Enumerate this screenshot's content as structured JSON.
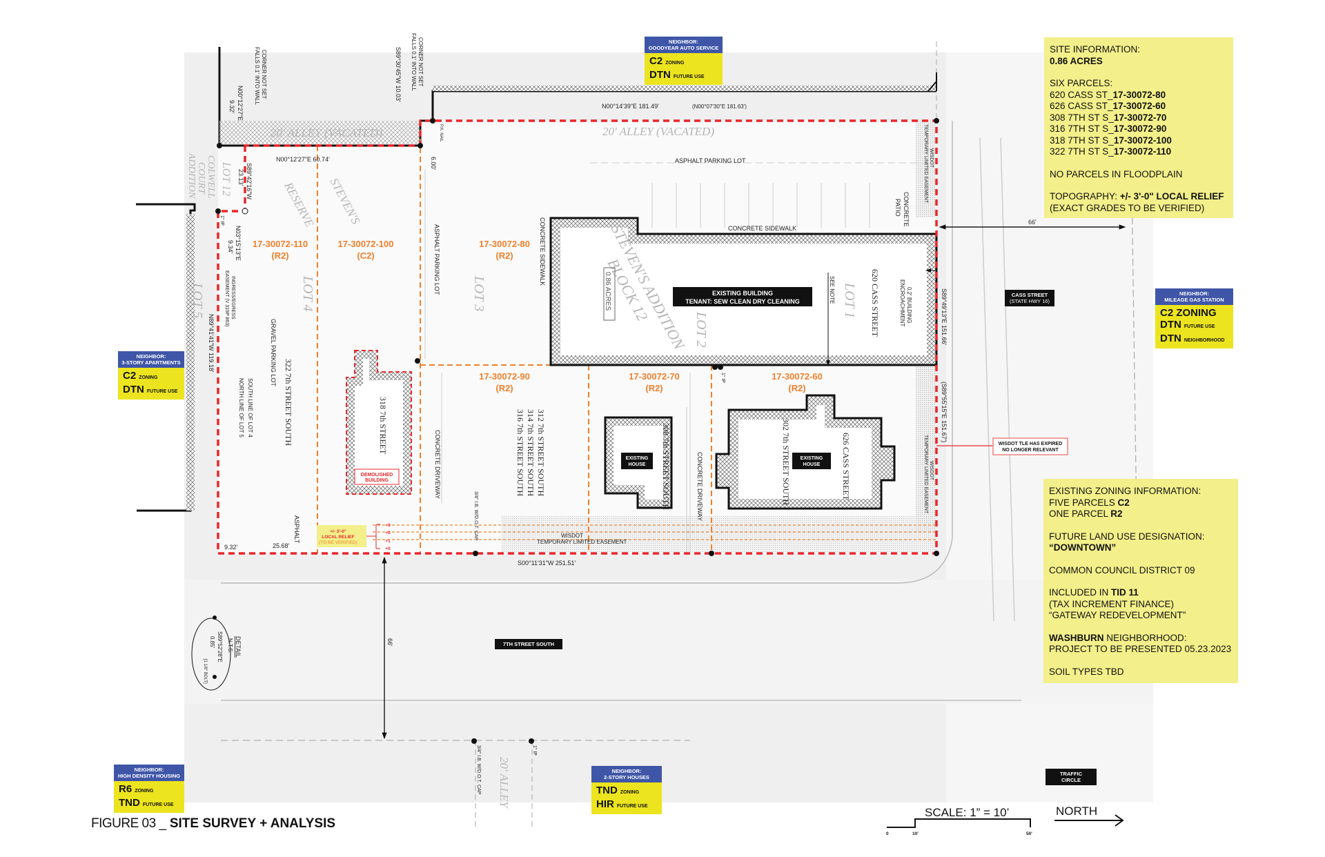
{
  "figure": {
    "number": "FIGURE 03 _",
    "title": "SITE SURVEY + ANALYSIS"
  },
  "site_info": {
    "heading": "SITE INFORMATION:",
    "acres": "0.86 ACRES",
    "parcels_heading": "SIX PARCELS:",
    "parcels": [
      {
        "address": "620 CASS ST_",
        "id": "17-30072-80"
      },
      {
        "address": "626 CASS ST_",
        "id": "17-30072-60"
      },
      {
        "address": "308 7TH ST S_",
        "id": "17-30072-70"
      },
      {
        "address": "316 7TH ST S_",
        "id": "17-30072-90"
      },
      {
        "address": "318 7TH ST S_",
        "id": "17-30072-100"
      },
      {
        "address": "322 7TH ST S_",
        "id": "17-30072-110"
      }
    ],
    "floodplain": "NO PARCELS IN FLOODPLAIN",
    "topo_label": "TOPOGRAPHY: ",
    "topo_value": "+/- 3'-0\" LOCAL RELIEF",
    "topo_note": "(EXACT GRADES TO BE VERIFIED)"
  },
  "zoning_info": {
    "heading": "EXISTING ZONING INFORMATION:",
    "line1": "FIVE PARCELS ",
    "line1_b": "C2",
    "line2": "ONE PARCEL ",
    "line2_b": "R2",
    "flu_heading": "FUTURE LAND USE DESIGNATION:",
    "flu_value": "“DOWNTOWN”",
    "council": "COMMON COUNCIL DISTRICT 09",
    "tid_label": "INCLUDED IN  ",
    "tid_value": "TID 11",
    "tid_note1": "(TAX INCREMENT FINANCE)",
    "tid_note2": "“GATEWAY REDEVELOPMENT”",
    "nbhd_b": "WASHBURN",
    "nbhd": " NEIGHBORHOOD:",
    "presented": "PROJECT TO BE PRESENTED 05.23.2023",
    "soil": "SOIL TYPES TBD"
  },
  "neighbors": {
    "goodyear": {
      "head1": "NEIGHBOR:",
      "head2": "GOODYEAR AUTO SERVICE",
      "r1": "C2",
      "r1s": "ZONING",
      "r2": "DTN",
      "r2s": "FUTURE USE"
    },
    "apartments": {
      "head1": "NEIGHBOR:",
      "head2": "3-STORY APARTMENTS",
      "r1": "C2",
      "r1s": "ZONING",
      "r2": "DTN",
      "r2s": "FUTURE USE"
    },
    "gas": {
      "head1": "NEIGHBOR:",
      "head2": "MILEAGE GAS STATION",
      "r1": "C2 ZONING",
      "r2": "DTN",
      "r2s": "FUTURE USE",
      "r3": "DTN",
      "r3s": "NEIGHBORHOOD"
    },
    "highdensity": {
      "head1": "NEIGHBOR:",
      "head2": "HIGH DENSITY HOUSING",
      "r1": "R6",
      "r1s": "ZONING",
      "r2": "TND",
      "r2s": "FUTURE USE"
    },
    "houses": {
      "head1": "NEIGHBOR:",
      "head2": "2-STORY HOUSES",
      "r1": "TND",
      "r1s": "ZONING",
      "r2": "HIR",
      "r2s": "FUTURE USE"
    }
  },
  "street_tags": {
    "cass1": "CASS STREET",
    "cass2": "(STATE HWY 16)",
    "seventh": "7TH STREET SOUTH",
    "traffic": "TRAFFIC CIRCLE",
    "wisdot1": "WISDOT TLE HAS EXPIRED",
    "wisdot2": "NO LONGER RELEVANT",
    "building1": "EXISTING BUILDING",
    "building2": "TENANT: SEW CLEAN DRY CLEANING",
    "house": "EXISTING",
    "house2": "HOUSE",
    "demo1": "DEMOLISHED",
    "demo2": "BUILDING"
  },
  "parcels": [
    {
      "id": "17-30072-110",
      "zone": "(R2)"
    },
    {
      "id": "17-30072-100",
      "zone": "(C2)"
    },
    {
      "id": "17-30072-80",
      "zone": "(R2)"
    },
    {
      "id": "17-30072-90",
      "zone": "(R2)"
    },
    {
      "id": "17-30072-70",
      "zone": "(R2)"
    },
    {
      "id": "17-30072-60",
      "zone": "(R2)"
    }
  ],
  "plan_labels": {
    "alley": "20'  ALLEY  (VACATED)",
    "alley2": "20'  ALLEY",
    "dim_top": "N00°14'39\"E  181.49'",
    "dim_top_rec": "(N00°07'30\"E  181.63')",
    "dim_n60": "N00°12'27\"E  60.74'",
    "dim_bottom": "S00°11'31\"W  251.51'",
    "dim_left": "N89°41'41\"W  119.18'",
    "dim_right": "S89°49'13\"E  151.66'",
    "dim_right_rec": "(S89°55'15\"E  151.67')",
    "dim_s89": "S89°42'16\"W",
    "dim_2313": "23.13'",
    "dim_n00": "N00°12'27\"E",
    "dim_932": "9.32'",
    "dim_s8930": "S89°30'45\"W  10.03'",
    "dim_600": "6.00'",
    "dim_n03": "N03°15'13\"E",
    "dim_934": "9.34'",
    "dim_932b": "9.32'",
    "dim_2568": "25.68'",
    "dim_66a": "66'",
    "dim_66b": "66'",
    "corner1": "CORNER NOT SET",
    "corner2": "FALLS 0.1' INTO WALL",
    "asphalt_lot": "ASPHALT  PARKING LOT",
    "asphalt_lot_v": "ASPHALT PARKING LOT",
    "conc_sidewalk": "CONCRETE  SIDEWALK",
    "conc_sidewalk_v": "CONCRETE  SIDEWALK",
    "conc_patio1": "CONCRETE",
    "conc_patio2": "PATIO",
    "wisdot_v1": "WISDOT",
    "wisdot_v2": "TEMPORARY LIMITED EASEMENT",
    "wisdot_h1": "WISDOT",
    "wisdot_h2": "TEMPORARY LIMITED EASEMENT",
    "acres_tag": "0.86  ACRES",
    "stevens_add": "STEVEN'S  ADDITION",
    "block": "BLOCK  12",
    "lot1": "LOT  1",
    "lot2": "LOT  2",
    "lot3": "LOT  3",
    "lot4": "LOT  4",
    "lot5": "LOT  5",
    "lot12": "LOT  12",
    "reserve": "RESERVE",
    "stevens": "STEVEN'S",
    "colwell1": "COLWELL",
    "colwell2": "COURT",
    "colwell3": "ADDITION",
    "see_note": "SEE NOTE",
    "cass620": "620  CASS  STREET",
    "encroach1": "0.2' BUILDING",
    "encroach2": "ENCROACHMENT",
    "gravel": "GRAVEL PARKING LOT",
    "st322": "322 7th STREET SOUTH",
    "st318": "318 7th STREET",
    "south_line1": "SOUTH LINE OF LOT 4",
    "south_line2": "NORTH LINE OF LOT 5",
    "ingress1": "INGRESS/EGRESS",
    "ingress2": "EASEMENT (V 319P 863)",
    "conc_drive": "CONCRETE DRIVEWAY",
    "st312": "312 7th STREET SOUTH",
    "st314": "314 7th STREET SOUTH",
    "st316": "316 7th STREET SOUTH",
    "st308": "308 7th STREET SOUTH",
    "st302": "302 7th STREET SOUTH",
    "cass626": "626  CASS  STREET",
    "asphalt": "ASPHALT",
    "ib_cap": "3/4\" I.B. W/D.O.T. CAP",
    "ip": "1\" IP",
    "pk_nail": "P.K. NAIL",
    "relief1": "+/- 3'-0\"",
    "relief2": "LOCAL RELIEF",
    "relief3": "(TO BE VERIFIED)",
    "g3": "+3",
    "g2": "+2",
    "g1": "+1",
    "g0": "+0",
    "detail": "DETAIL",
    "nts": "N.T.S.",
    "det_dim": "S89°52'28\"E",
    "det_085": "0.85'",
    "bolt": "[1 1/8\" BOLT]"
  },
  "scale": {
    "label": "SCALE: 1” = 10’",
    "t0": "0",
    "t10": "10'",
    "t50": "50'"
  },
  "north": {
    "label": "NORTH"
  },
  "colors": {
    "boundary": "#e8262b",
    "parcel": "#f07f2a",
    "info": "#f3ef8a",
    "neighbor_head": "#3f56a8",
    "neighbor_body": "#ece41e"
  }
}
